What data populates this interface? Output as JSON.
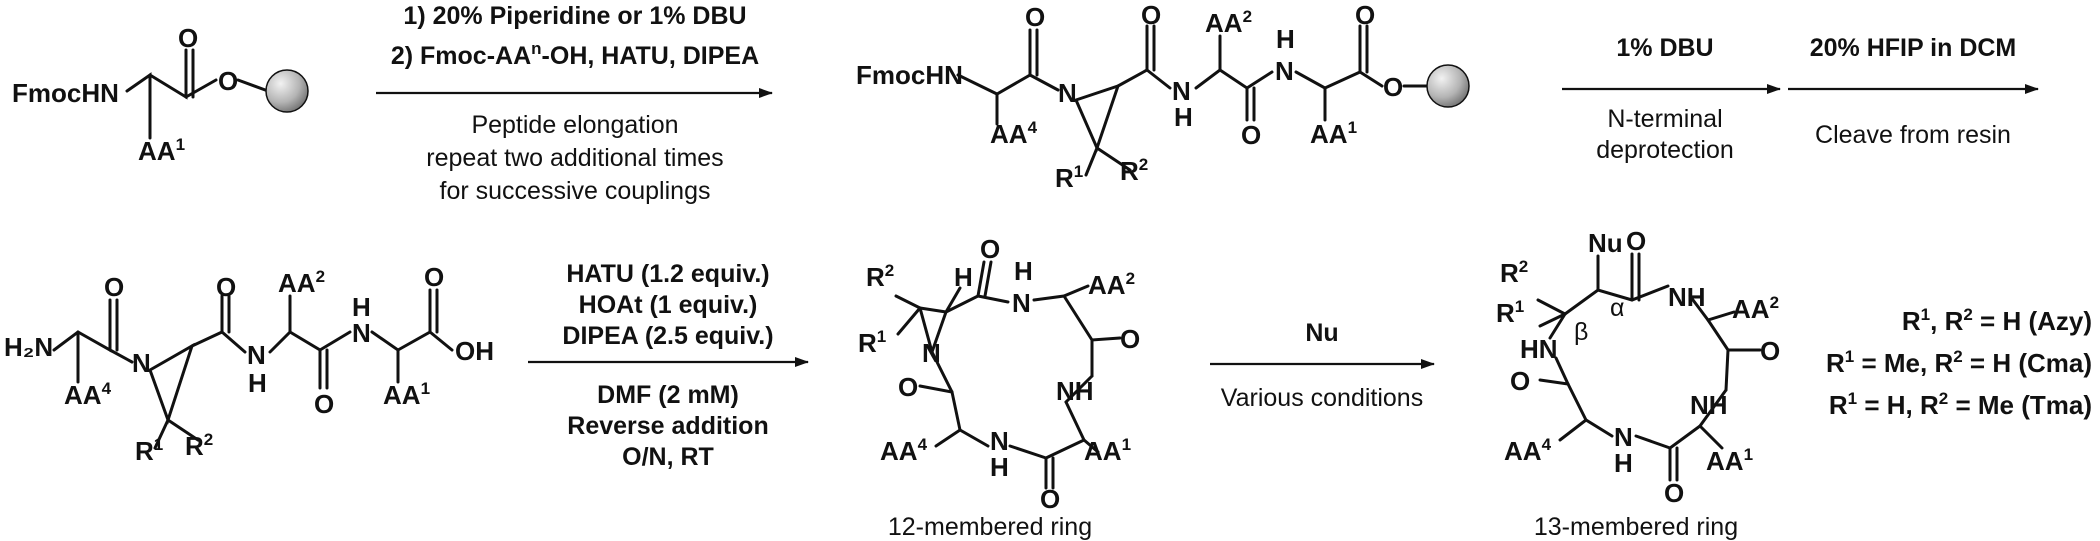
{
  "colors": {
    "ink": "#111111",
    "resin_light": "#f2f2f2",
    "resin_dark": "#6e6e6e"
  },
  "icons": {
    "resin": "resin-bead-icon"
  },
  "compounds": {
    "resin_start": {
      "fmochn": "FmocHN",
      "o_carbonyl": "O",
      "o_ester": "O",
      "aa": "AA",
      "aa_sup": "1"
    },
    "resin_tetrapeptide": {
      "fmochn": "FmocHN",
      "o1": "O",
      "n_aziridine": "N",
      "o2": "O",
      "aa2": "AA",
      "aa2_sup": "2",
      "nh1_n": "N",
      "nh1_h": "H",
      "o3": "O",
      "nh2_h": "H",
      "nh2_n": "N",
      "o4": "O",
      "o_ester": "O",
      "aa4": "AA",
      "aa4_sup": "4",
      "aa1": "AA",
      "aa1_sup": "1",
      "r1": "R",
      "r1_sup": "1",
      "r2": "R",
      "r2_sup": "2"
    },
    "linear_peptide": {
      "h2n": "H₂N",
      "o1": "O",
      "n_aziridine": "N",
      "o2": "O",
      "aa2": "AA",
      "aa2_sup": "2",
      "nh_n": "N",
      "nh_h": "H",
      "o3": "O",
      "h_top": "H",
      "n_top": "N",
      "o4": "O",
      "oh": "OH",
      "aa4": "AA",
      "aa4_sup": "4",
      "aa1": "AA",
      "aa1_sup": "1",
      "r1": "R",
      "r1_sup": "1",
      "r2": "R",
      "r2_sup": "2"
    },
    "ring12": {
      "r2": "R",
      "r2_sup": "2",
      "h": "H",
      "o_top": "O",
      "n_h": "H",
      "n_n": "N",
      "aa2": "AA",
      "aa2_sup": "2",
      "r1": "R",
      "r1_sup": "1",
      "n_az": "N",
      "o_right": "O",
      "nh_right": "NH",
      "o_left": "O",
      "aa4": "AA",
      "aa4_sup": "4",
      "nh_bot_n": "N",
      "nh_bot_h": "H",
      "o_bot": "O",
      "aa1": "AA",
      "aa1_sup": "1",
      "caption": "12-membered ring"
    },
    "ring13": {
      "nu": "Nu",
      "o_top": "O",
      "r2": "R",
      "r2_sup": "2",
      "r1": "R",
      "r1_sup": "1",
      "beta": "β",
      "alpha": "α",
      "nh_tr": "NH",
      "aa2": "AA",
      "aa2_sup": "2",
      "hn_left": "HN",
      "o_left": "O",
      "o_right": "O",
      "nh_right": "NH",
      "aa4": "AA",
      "aa4_sup": "4",
      "nh_bot_n": "N",
      "nh_bot_h": "H",
      "o_bot": "O",
      "aa1": "AA",
      "aa1_sup": "1",
      "caption": "13-membered ring"
    }
  },
  "steps": {
    "step1": {
      "line1": "1) 20% Piperidine or 1% DBU",
      "line2_pre": "2) Fmoc-AA",
      "line2_sup": "n",
      "line2_post": "-OH, HATU, DIPEA",
      "below1": "Peptide elongation",
      "below2": "repeat two additional times",
      "below3": "for successive couplings"
    },
    "step2": {
      "above": "1% DBU",
      "below1": "N-terminal",
      "below2": "deprotection"
    },
    "step3": {
      "above": "20% HFIP in DCM",
      "below": "Cleave from resin"
    },
    "step4": {
      "a1": "HATU (1.2 equiv.)",
      "a2": "HOAt (1 equiv.)",
      "a3": "DIPEA (2.5 equiv.)",
      "b1": "DMF (2 mM)",
      "b2": "Reverse addition",
      "b3": "O/N, RT"
    },
    "step5": {
      "above": "Nu",
      "below": "Various conditions"
    }
  },
  "legend": {
    "l1": {
      "r1": "R",
      "r1_sup": "1",
      "r2": "R",
      "r2_sup": "2",
      "rest": " = H (Azy)"
    },
    "l2": {
      "r1": "R",
      "r1_sup": "1",
      "mid": " = Me, ",
      "r2": "R",
      "r2_sup": "2",
      "rest": " = H (Cma)"
    },
    "l3": {
      "r1": "R",
      "r1_sup": "1",
      "mid": " = H, ",
      "r2": "R",
      "r2_sup": "2",
      "rest": " = Me (Tma)"
    }
  }
}
